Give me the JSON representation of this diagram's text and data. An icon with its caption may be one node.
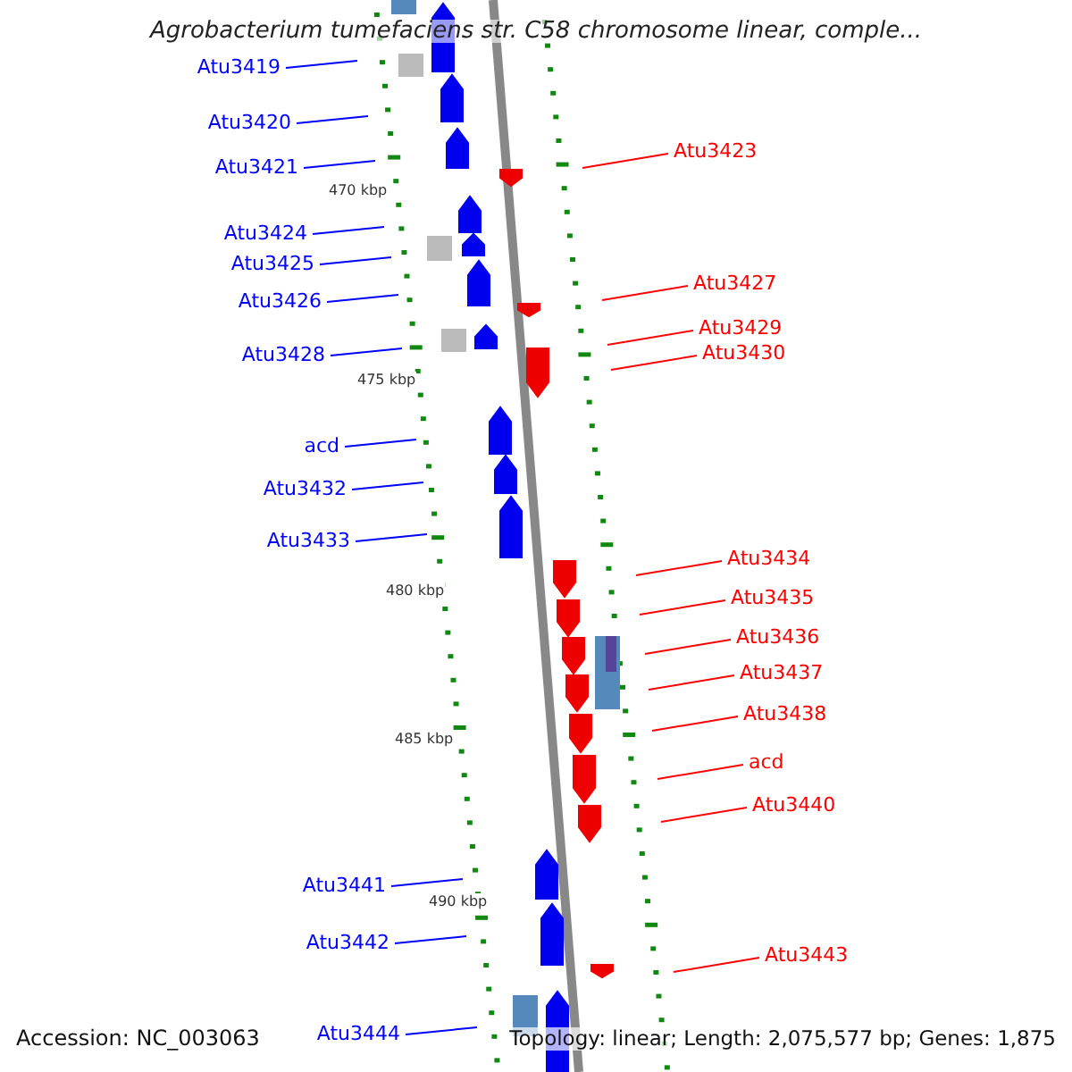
{
  "diagram": {
    "title": "Agrobacterium tumefaciens str. C58 chromosome linear, comple...",
    "nodes": [
      {
        "text": [
          "Atu3419"
        ]
      },
      {
        "text": [
          "Atu3420"
        ]
      },
      {
        "text": [
          "Atu3423"
        ]
      },
      {
        "text": [
          "Atu3421"
        ]
      },
      {
        "text": [
          "Atu3424"
        ]
      },
      {
        "text": [
          "Atu3425"
        ]
      },
      {
        "text": [
          "Atu3427"
        ]
      },
      {
        "text": [
          "Atu3426"
        ]
      },
      {
        "text": [
          "Atu3429"
        ]
      },
      {
        "text": [
          "Atu3430"
        ]
      },
      {
        "text": [
          "Atu3428"
        ]
      },
      {
        "text": [
          "acd"
        ]
      },
      {
        "text": [
          "Atu3432"
        ]
      },
      {
        "text": [
          "Atu3433"
        ]
      },
      {
        "text": [
          "Atu3434"
        ]
      },
      {
        "text": [
          "Atu3435"
        ]
      },
      {
        "text": [
          "Atu3436"
        ]
      },
      {
        "text": [
          "Atu3437"
        ]
      },
      {
        "text": [
          "Atu3438"
        ]
      },
      {
        "text": [
          "acd"
        ]
      },
      {
        "text": [
          "Atu3440"
        ]
      },
      {
        "text": [
          "Atu3441"
        ]
      },
      {
        "text": [
          "Atu3442"
        ]
      },
      {
        "text": [
          "Atu3443"
        ]
      },
      {
        "text": [
          "Atu3444"
        ]
      }
    ],
    "edges": [
      {
        "from": 0,
        "to": null,
        "arrow": "none",
        "color": "#0000ff"
      },
      {
        "from": 1,
        "to": null,
        "arrow": "none",
        "color": "#0000ff"
      },
      {
        "from": 2,
        "to": null,
        "arrow": "none",
        "color": "#ff0000"
      },
      {
        "from": 3,
        "to": null,
        "arrow": "none",
        "color": "#0000ff"
      },
      {
        "from": 4,
        "to": null,
        "arrow": "none",
        "color": "#0000ff"
      },
      {
        "from": 5,
        "to": null,
        "arrow": "none",
        "color": "#0000ff"
      },
      {
        "from": 6,
        "to": null,
        "arrow": "none",
        "color": "#ff0000"
      },
      {
        "from": 7,
        "to": null,
        "arrow": "none",
        "color": "#0000ff"
      },
      {
        "from": 8,
        "to": null,
        "arrow": "none",
        "color": "#ff0000"
      },
      {
        "from": 9,
        "to": null,
        "arrow": "none",
        "color": "#ff0000"
      },
      {
        "from": 10,
        "to": null,
        "arrow": "none",
        "color": "#0000ff"
      },
      {
        "from": 11,
        "to": null,
        "arrow": "none",
        "color": "#0000ff"
      },
      {
        "from": 12,
        "to": null,
        "arrow": "none",
        "color": "#0000ff"
      },
      {
        "from": 13,
        "to": null,
        "arrow": "none",
        "color": "#0000ff"
      },
      {
        "from": 14,
        "to": null,
        "arrow": "none",
        "color": "#ff0000"
      },
      {
        "from": 15,
        "to": null,
        "arrow": "none",
        "color": "#ff0000"
      },
      {
        "from": 16,
        "to": null,
        "arrow": "none",
        "color": "#ff0000"
      },
      {
        "from": 17,
        "to": null,
        "arrow": "none",
        "color": "#ff0000"
      },
      {
        "from": 18,
        "to": null,
        "arrow": "none",
        "color": "#ff0000"
      },
      {
        "from": 19,
        "to": null,
        "arrow": "none",
        "color": "#ff0000"
      },
      {
        "from": 20,
        "to": null,
        "arrow": "none",
        "color": "#ff0000"
      },
      {
        "from": 21,
        "to": null,
        "arrow": "none",
        "color": "#0000ff"
      },
      {
        "from": 22,
        "to": null,
        "arrow": "none",
        "color": "#0000ff"
      },
      {
        "from": 23,
        "to": null,
        "arrow": "none",
        "color": "#ff0000"
      },
      {
        "from": 24,
        "to": null,
        "arrow": "none",
        "color": "#0000ff"
      }
    ],
    "labels": [
      "470 kbp",
      "475 kbp",
      "480 kbp",
      "485 kbp",
      "490 kbp",
      "Accession: NC_003063",
      "Topology: linear; Length: 2,075,577 bp; Genes: 1,875"
    ]
  }
}
